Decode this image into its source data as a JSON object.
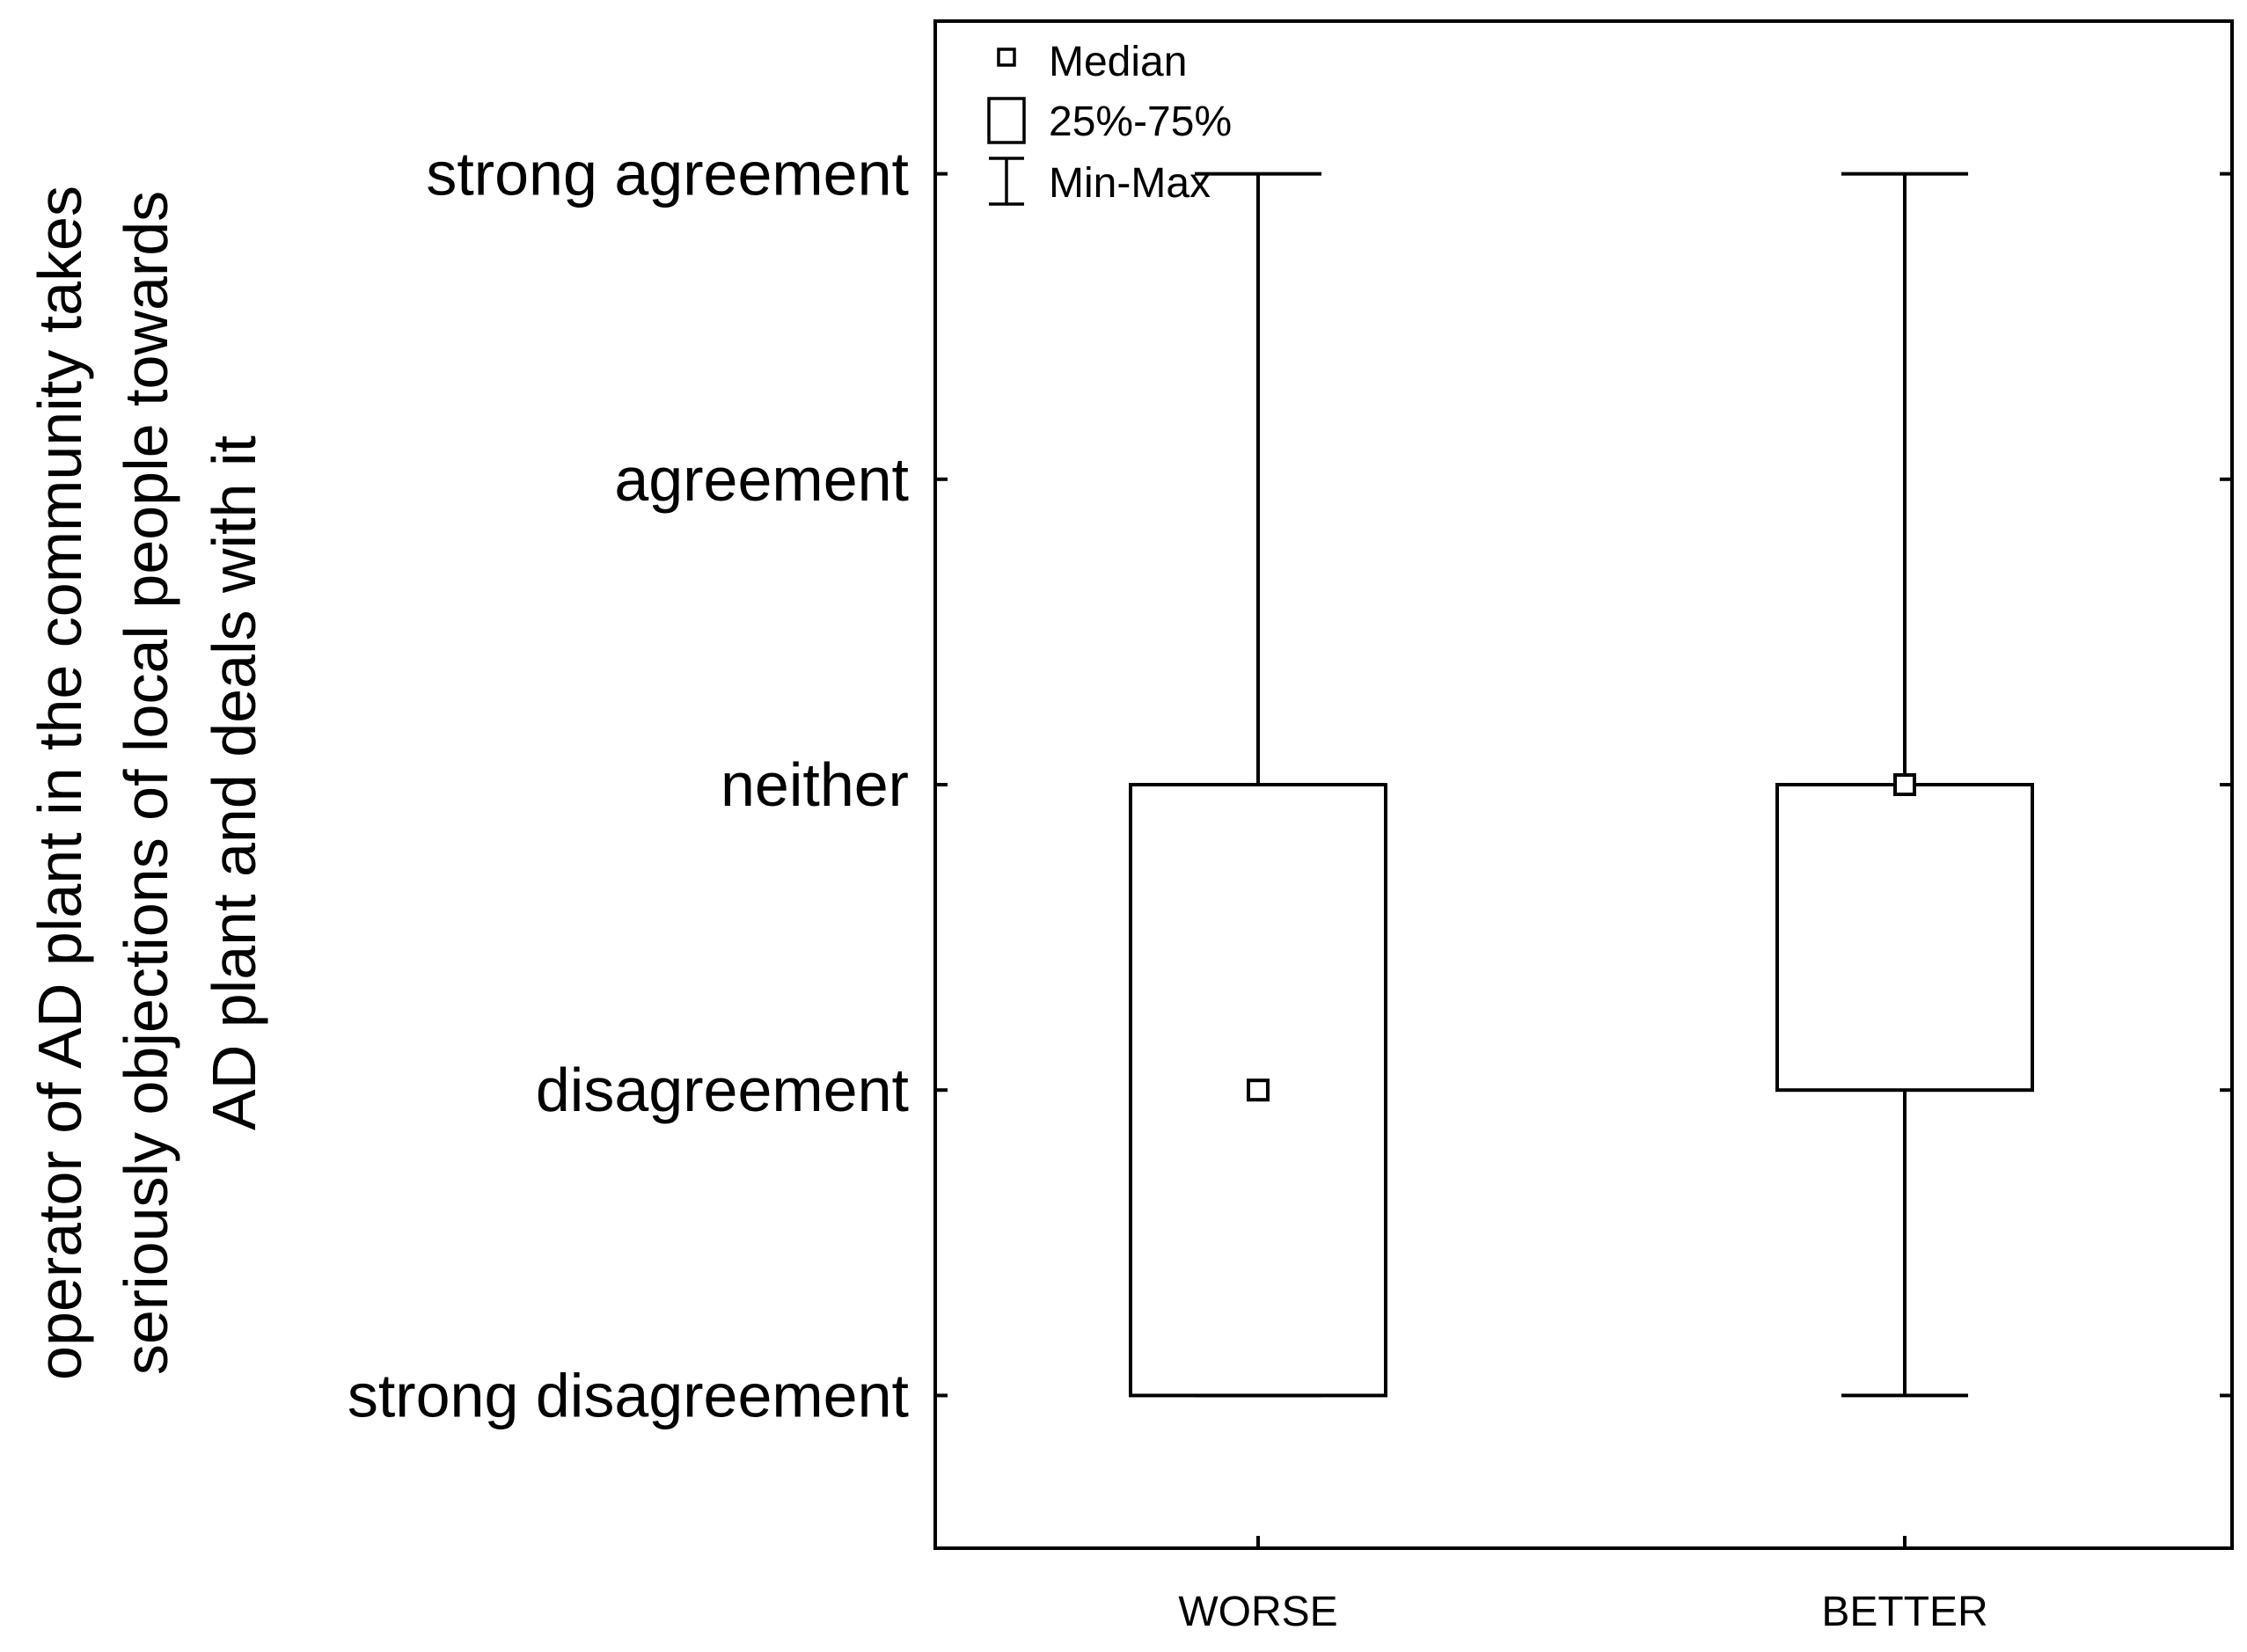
{
  "chart_data": {
    "type": "boxplot",
    "ylabel_lines": [
      "operator of AD plant in the community takes",
      "seriously objections of local people towards",
      "AD plant and deals with it"
    ],
    "categories": [
      "WORSE",
      "BETTER"
    ],
    "y_ticks": [
      {
        "value": 1,
        "label": "strong disagreement"
      },
      {
        "value": 2,
        "label": "disagreement"
      },
      {
        "value": 3,
        "label": "neither"
      },
      {
        "value": 4,
        "label": "agreement"
      },
      {
        "value": 5,
        "label": "strong agreement"
      }
    ],
    "ylim": [
      0.5,
      5.5
    ],
    "boxes": [
      {
        "category": "WORSE",
        "min": 1,
        "q1": 1,
        "median": 2,
        "q3": 3,
        "max": 5
      },
      {
        "category": "BETTER",
        "min": 1,
        "q1": 2,
        "median": 3,
        "q3": 3,
        "max": 5
      }
    ],
    "legend": {
      "placement": "top-left",
      "items": [
        {
          "symbol": "median",
          "label": "Median"
        },
        {
          "symbol": "box",
          "label": "25%-75%"
        },
        {
          "symbol": "whisker",
          "label": "Min-Max"
        }
      ]
    }
  }
}
